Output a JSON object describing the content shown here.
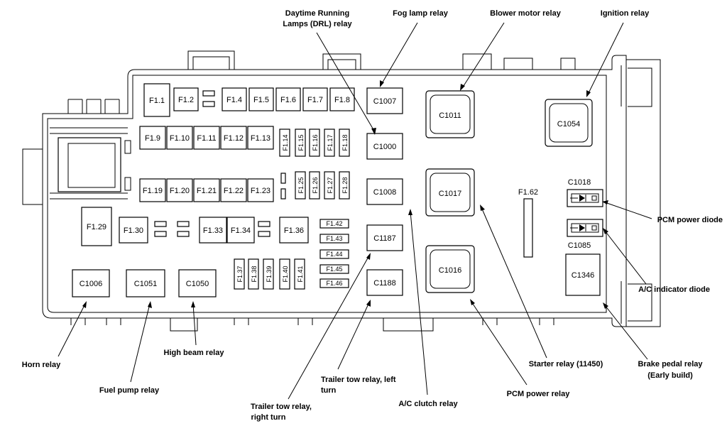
{
  "callouts": {
    "drl_relay_line1": "Daytime Running",
    "drl_relay_line2": "Lamps (DRL) relay",
    "fog_lamp_relay": "Fog lamp relay",
    "blower_motor_relay": "Blower motor relay",
    "ignition_relay": "Ignition relay",
    "pcm_power_diode": "PCM power diode",
    "ac_indicator_diode": "A/C indicator diode",
    "brake_pedal_relay_line1": "Brake pedal relay",
    "brake_pedal_relay_line2": "(Early build)",
    "starter_relay": "Starter relay (11450)",
    "pcm_power_relay": "PCM power relay",
    "ac_clutch_relay": "A/C clutch relay",
    "trailer_tow_left_line1": "Trailer tow relay, left",
    "trailer_tow_left_line2": "turn",
    "trailer_tow_right_line1": "Trailer tow relay,",
    "trailer_tow_right_line2": "right turn",
    "high_beam_relay": "High beam relay",
    "fuel_pump_relay": "Fuel pump relay",
    "horn_relay": "Horn relay"
  },
  "fuses": {
    "f1_1": "F1.1",
    "f1_2": "F1.2",
    "f1_4": "F1.4",
    "f1_5": "F1.5",
    "f1_6": "F1.6",
    "f1_7": "F1.7",
    "f1_8": "F1.8",
    "f1_9": "F1.9",
    "f1_10": "F1.10",
    "f1_11": "F1.11",
    "f1_12": "F1.12",
    "f1_13": "F1.13",
    "f1_14": "F1.14",
    "f1_15": "F1.15",
    "f1_16": "F1.16",
    "f1_17": "F1.17",
    "f1_18": "F1.18",
    "f1_19": "F1.19",
    "f1_20": "F1.20",
    "f1_21": "F1.21",
    "f1_22": "F1.22",
    "f1_23": "F1.23",
    "f1_25": "F1.25",
    "f1_26": "F1.26",
    "f1_27": "F1.27",
    "f1_28": "F1.28",
    "f1_29": "F1.29",
    "f1_30": "F1.30",
    "f1_33": "F1.33",
    "f1_34": "F1.34",
    "f1_36": "F1.36",
    "f1_37": "F1.37",
    "f1_38": "F1.38",
    "f1_39": "F1.39",
    "f1_40": "F1.40",
    "f1_41": "F1.41",
    "f1_42": "F1.42",
    "f1_43": "F1.43",
    "f1_44": "F1.44",
    "f1_45": "F1.45",
    "f1_46": "F1.46",
    "f1_62": "F1.62"
  },
  "connectors": {
    "c1007": "C1007",
    "c1000": "C1000",
    "c1008": "C1008",
    "c1187": "C1187",
    "c1188": "C1188",
    "c1011": "C1011",
    "c1017": "C1017",
    "c1016": "C1016",
    "c1054": "C1054",
    "c1018": "C1018",
    "c1085": "C1085",
    "c1346": "C1346",
    "c1006": "C1006",
    "c1051": "C1051",
    "c1050": "C1050"
  }
}
